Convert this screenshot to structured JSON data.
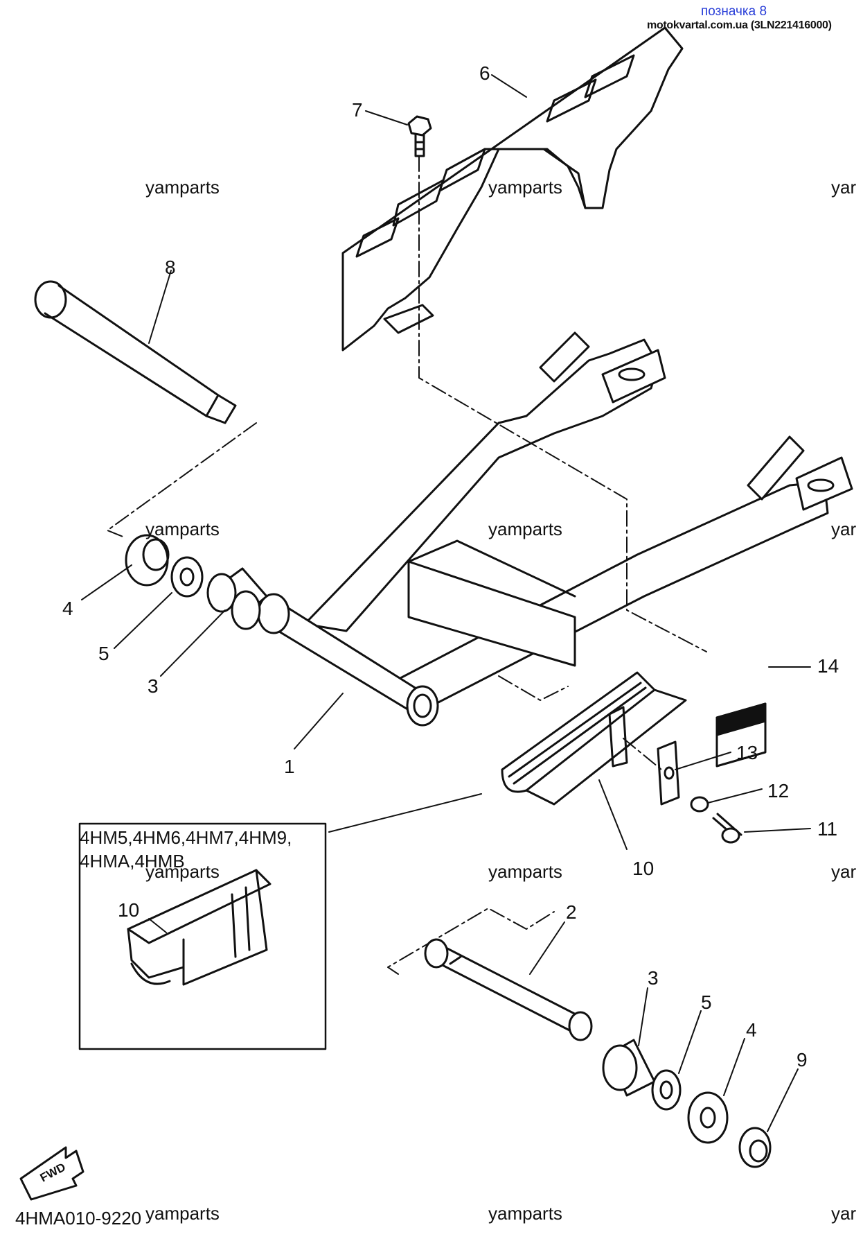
{
  "header": {
    "link_text": "позначка 8",
    "source_text": "motokvartal.com.ua (3LN221416000)"
  },
  "watermark": "yamparts",
  "watermark_partial": "yar",
  "callouts": {
    "c1": "1",
    "c2": "2",
    "c3a": "3",
    "c3b": "3",
    "c4a": "4",
    "c4b": "4",
    "c5a": "5",
    "c5b": "5",
    "c6": "6",
    "c7": "7",
    "c8": "8",
    "c9": "9",
    "c10a": "10",
    "c10b": "10",
    "c11": "11",
    "c12": "12",
    "c13": "13",
    "c14": "14"
  },
  "inset": {
    "line1": "4HM5,4HM6,4HM7,4HM9,",
    "line2": "4HMA,4HMB"
  },
  "fwd_label": "FWD",
  "diagram_code": "4HMA010-9220"
}
